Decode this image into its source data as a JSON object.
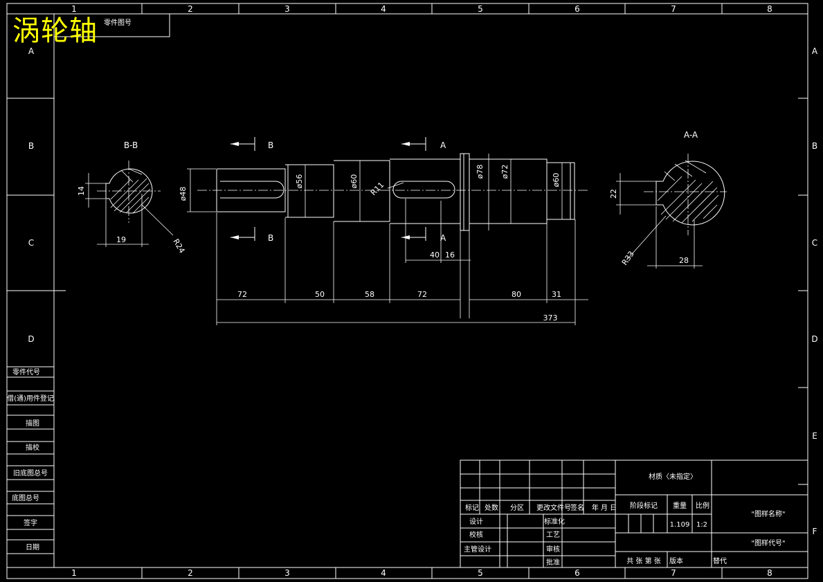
{
  "title": "涡轮轴",
  "top_left_box": "零件图号",
  "border": {
    "columns": [
      "1",
      "2",
      "3",
      "4",
      "5",
      "6",
      "7",
      "8"
    ],
    "rows_left": [
      "A",
      "B",
      "C",
      "D"
    ],
    "rows_right": [
      "A",
      "B",
      "C",
      "D",
      "E",
      "F"
    ]
  },
  "left_column_labels": [
    "零件代号",
    "借(通)用件登记",
    "描图",
    "描校",
    "旧底图总号",
    "底图总号",
    "签字",
    "日期"
  ],
  "sections": {
    "bb_label": "B-B",
    "aa_label": "A-A",
    "b_marker": "B",
    "a_marker": "A"
  },
  "dimensions": {
    "bb_width": "14",
    "bb_depth": "19",
    "bb_radius": "R24",
    "aa_width": "22",
    "aa_depth": "28",
    "aa_radius": "R33",
    "dia_48": "ø48",
    "dia_56": "ø56",
    "dia_60a": "ø60",
    "dia_78": "ø78",
    "dia_72": "ø72",
    "dia_60b": "ø60",
    "keyway_radius": "R11",
    "len_72a": "72",
    "len_50": "50",
    "len_58": "58",
    "len_72b": "72",
    "len_80": "80",
    "len_31": "31",
    "len_40": "40",
    "len_16": "16",
    "total": "373"
  },
  "title_block": {
    "material": "材质〈未指定〉",
    "col_mark": "标记",
    "col_count": "处数",
    "col_zone": "分区",
    "col_doc": "更改文件号",
    "col_sign": "签名",
    "col_date": "年 月 日",
    "design": "设计",
    "standard": "标准化",
    "check": "校核",
    "process": "工艺",
    "chief": "主管设计",
    "review": "审核",
    "approve": "批准",
    "stage_mark": "阶段标记",
    "weight_label": "重量",
    "scale_label": "比例",
    "weight": "1.109",
    "scale": "1:2",
    "drawing_name": "\"图样名称\"",
    "drawing_code": "\"图样代号\"",
    "sheets": "共 张   第 张",
    "version": "版本",
    "replace": "替代"
  }
}
